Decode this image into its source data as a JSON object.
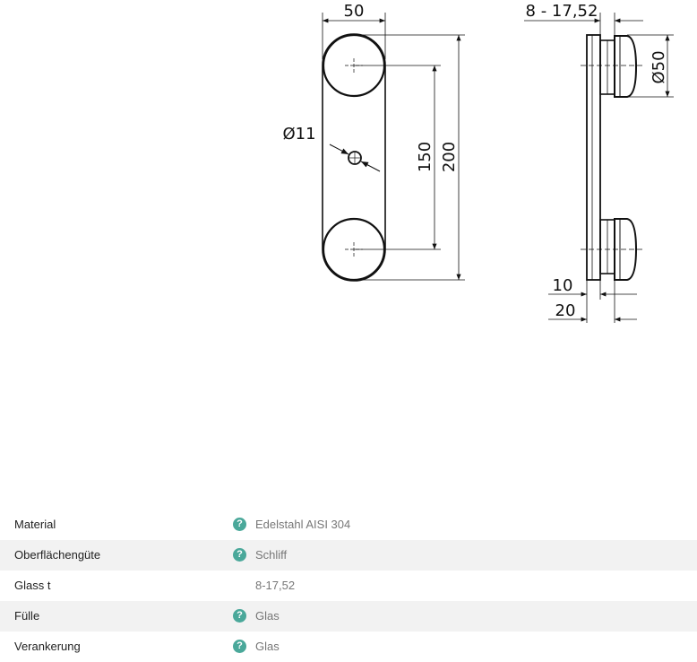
{
  "drawing": {
    "front_view": {
      "width_label": "50",
      "hole_label": "Ø11",
      "center_distance_label": "150",
      "total_height_label": "200"
    },
    "side_view": {
      "glass_range_label": "8 - 17,52",
      "disc_diameter_label": "Ø50",
      "offset_small_label": "10",
      "offset_large_label": "20"
    }
  },
  "specs": {
    "icon_color": "#4aa89a",
    "rows": [
      {
        "label": "Material",
        "value": "Edelstahl AISI 304",
        "has_help": true
      },
      {
        "label": "Oberflächengüte",
        "value": "Schliff",
        "has_help": true
      },
      {
        "label": "Glass t",
        "value": "8-17,52",
        "has_help": false
      },
      {
        "label": "Fülle",
        "value": "Glas",
        "has_help": true
      },
      {
        "label": "Verankerung",
        "value": "Glas",
        "has_help": true
      }
    ]
  }
}
